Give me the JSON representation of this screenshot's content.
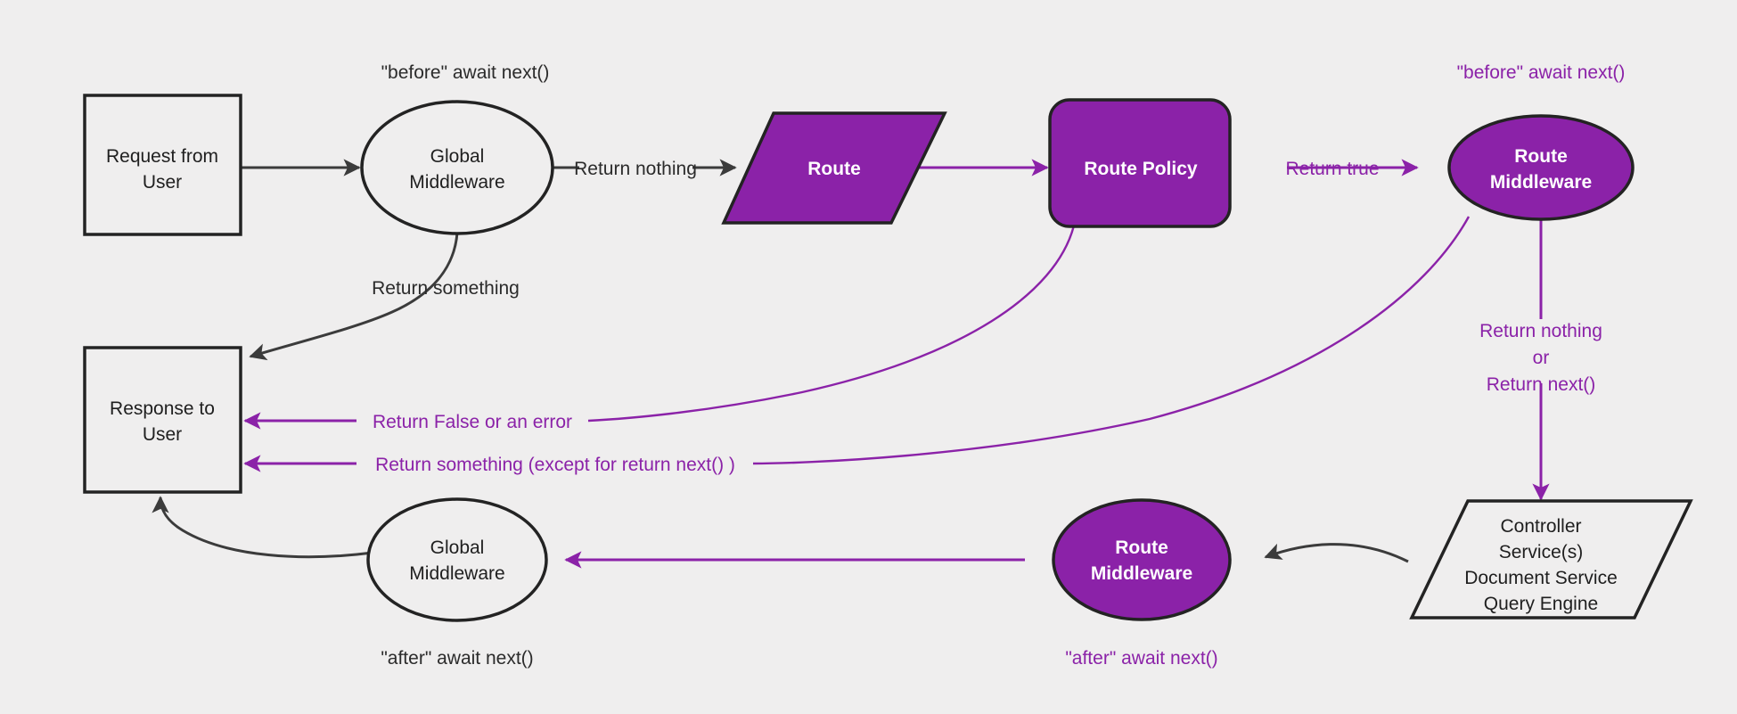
{
  "diagram": {
    "title": "Request lifecycle middleware flow",
    "background_color": "#efeeee",
    "accent_color": "#8b22a8",
    "dark_color": "#232323"
  },
  "nodes": {
    "request_from_user": {
      "line1": "Request from",
      "line2": "User",
      "shape": "rectangle",
      "style": "light"
    },
    "global_middleware_before": {
      "line1": "Global",
      "line2": "Middleware",
      "shape": "ellipse",
      "style": "light"
    },
    "route": {
      "line1": "Route",
      "shape": "parallelogram",
      "style": "purple"
    },
    "route_policy": {
      "line1": "Route Policy",
      "shape": "rounded-rectangle",
      "style": "purple"
    },
    "route_middleware_before": {
      "line1": "Route",
      "line2": "Middleware",
      "shape": "ellipse",
      "style": "purple"
    },
    "response_to_user": {
      "line1": "Response to",
      "line2": "User",
      "shape": "rectangle",
      "style": "light"
    },
    "global_middleware_after": {
      "line1": "Global",
      "line2": "Middleware",
      "shape": "ellipse",
      "style": "light"
    },
    "route_middleware_after": {
      "line1": "Route",
      "line2": "Middleware",
      "shape": "ellipse",
      "style": "purple"
    },
    "controller": {
      "line1": "Controller",
      "line2": "Service(s)",
      "line3": "Document Service",
      "line4": "Query Engine",
      "shape": "parallelogram",
      "style": "light"
    }
  },
  "annotations": {
    "before_await_next_global": "\"before\" await next()",
    "before_await_next_route": "\"before\" await next()",
    "after_await_next_global": "\"after\" await next()",
    "after_await_next_route": "\"after\" await next()",
    "return_something_global": "Return something"
  },
  "edge_labels": {
    "return_nothing": "Return nothing",
    "return_true": "Return true",
    "return_false_or_error": "Return False or an error",
    "return_something_except_next": "Return something (except for return next() )",
    "return_nothing_or_next_line1": "Return nothing",
    "return_nothing_or_next_line2": "or",
    "return_nothing_or_next_line3": "Return next()"
  }
}
